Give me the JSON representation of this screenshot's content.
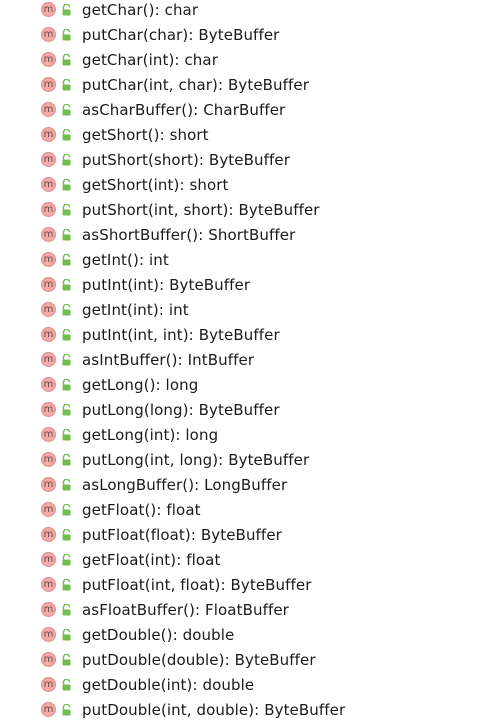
{
  "method_list": {
    "icon_letter": "m",
    "items": [
      "getChar(): char",
      "putChar(char): ByteBuffer",
      "getChar(int): char",
      "putChar(int, char): ByteBuffer",
      "asCharBuffer(): CharBuffer",
      "getShort(): short",
      "putShort(short): ByteBuffer",
      "getShort(int): short",
      "putShort(int, short): ByteBuffer",
      "asShortBuffer(): ShortBuffer",
      "getInt(): int",
      "putInt(int): ByteBuffer",
      "getInt(int): int",
      "putInt(int, int): ByteBuffer",
      "asIntBuffer(): IntBuffer",
      "getLong(): long",
      "putLong(long): ByteBuffer",
      "getLong(int): long",
      "putLong(int, long): ByteBuffer",
      "asLongBuffer(): LongBuffer",
      "getFloat(): float",
      "putFloat(float): ByteBuffer",
      "getFloat(int): float",
      "putFloat(int, float): ByteBuffer",
      "asFloatBuffer(): FloatBuffer",
      "getDouble(): double",
      "putDouble(double): ByteBuffer",
      "getDouble(int): double",
      "putDouble(int, double): ByteBuffer"
    ]
  },
  "colors": {
    "method_icon_bg": "#f4a8a8",
    "method_icon_border": "#e08a8a",
    "lock_color": "#6fbf4f",
    "text": "#1a1a1a"
  }
}
